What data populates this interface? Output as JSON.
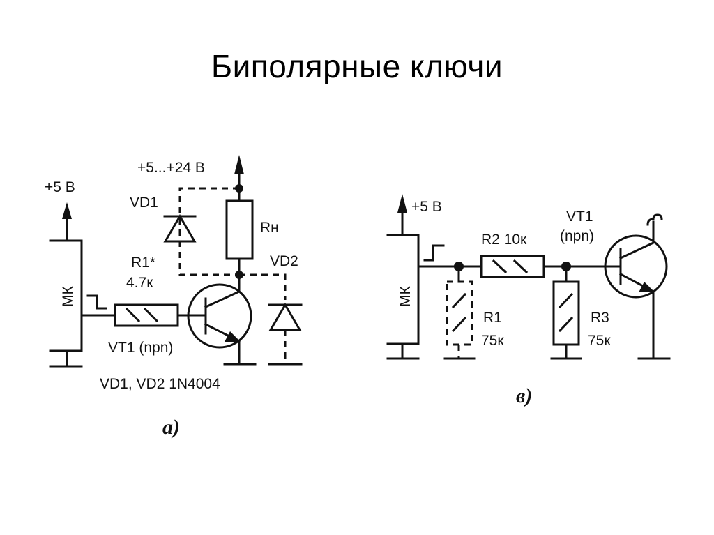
{
  "title": "Биполярные ключи",
  "diagram_a": {
    "caption": "a)",
    "supply_mk": "+5 В",
    "supply_load": "+5...+24 В",
    "mk_label": "МК",
    "r1_name": "R1*",
    "r1_value": "4.7к",
    "vd1": "VD1",
    "vd2": "VD2",
    "rload": "Rн",
    "vt1": "VT1 (npn)",
    "diodes_note": "VD1, VD2 1N4004"
  },
  "diagram_b": {
    "caption": "в)",
    "supply_mk": "+5 В",
    "mk_label": "МК",
    "r2": "R2 10к",
    "r1_name": "R1",
    "r1_value": "75к",
    "r3_name": "R3",
    "r3_value": "75к",
    "vt1_name": "VT1",
    "vt1_type": "(npn)"
  }
}
